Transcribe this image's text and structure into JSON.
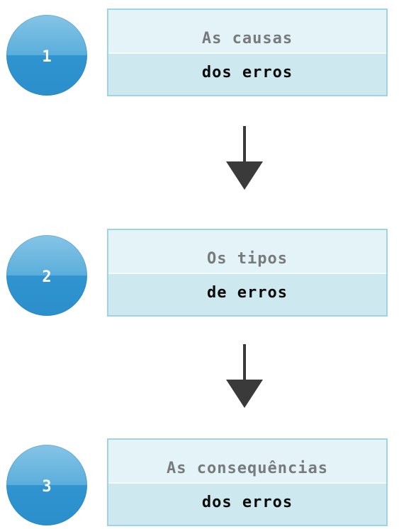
{
  "colors": {
    "circle_top": "#7fc0e4",
    "circle_bottom": "#2f94cf",
    "box_border": "#9fd3e6",
    "box_top_bg": "#e4f3f8",
    "box_bottom_bg": "#cde8ef",
    "title_gray": "#777b7e",
    "title_dark": "#0a0a0a",
    "arrow": "#3a3a3a"
  },
  "steps": [
    {
      "number": "1",
      "line1": "As causas",
      "line2": "dos erros"
    },
    {
      "number": "2",
      "line1": "Os tipos",
      "line2": "de erros"
    },
    {
      "number": "3",
      "line1": "As consequências",
      "line2": "dos erros"
    }
  ]
}
